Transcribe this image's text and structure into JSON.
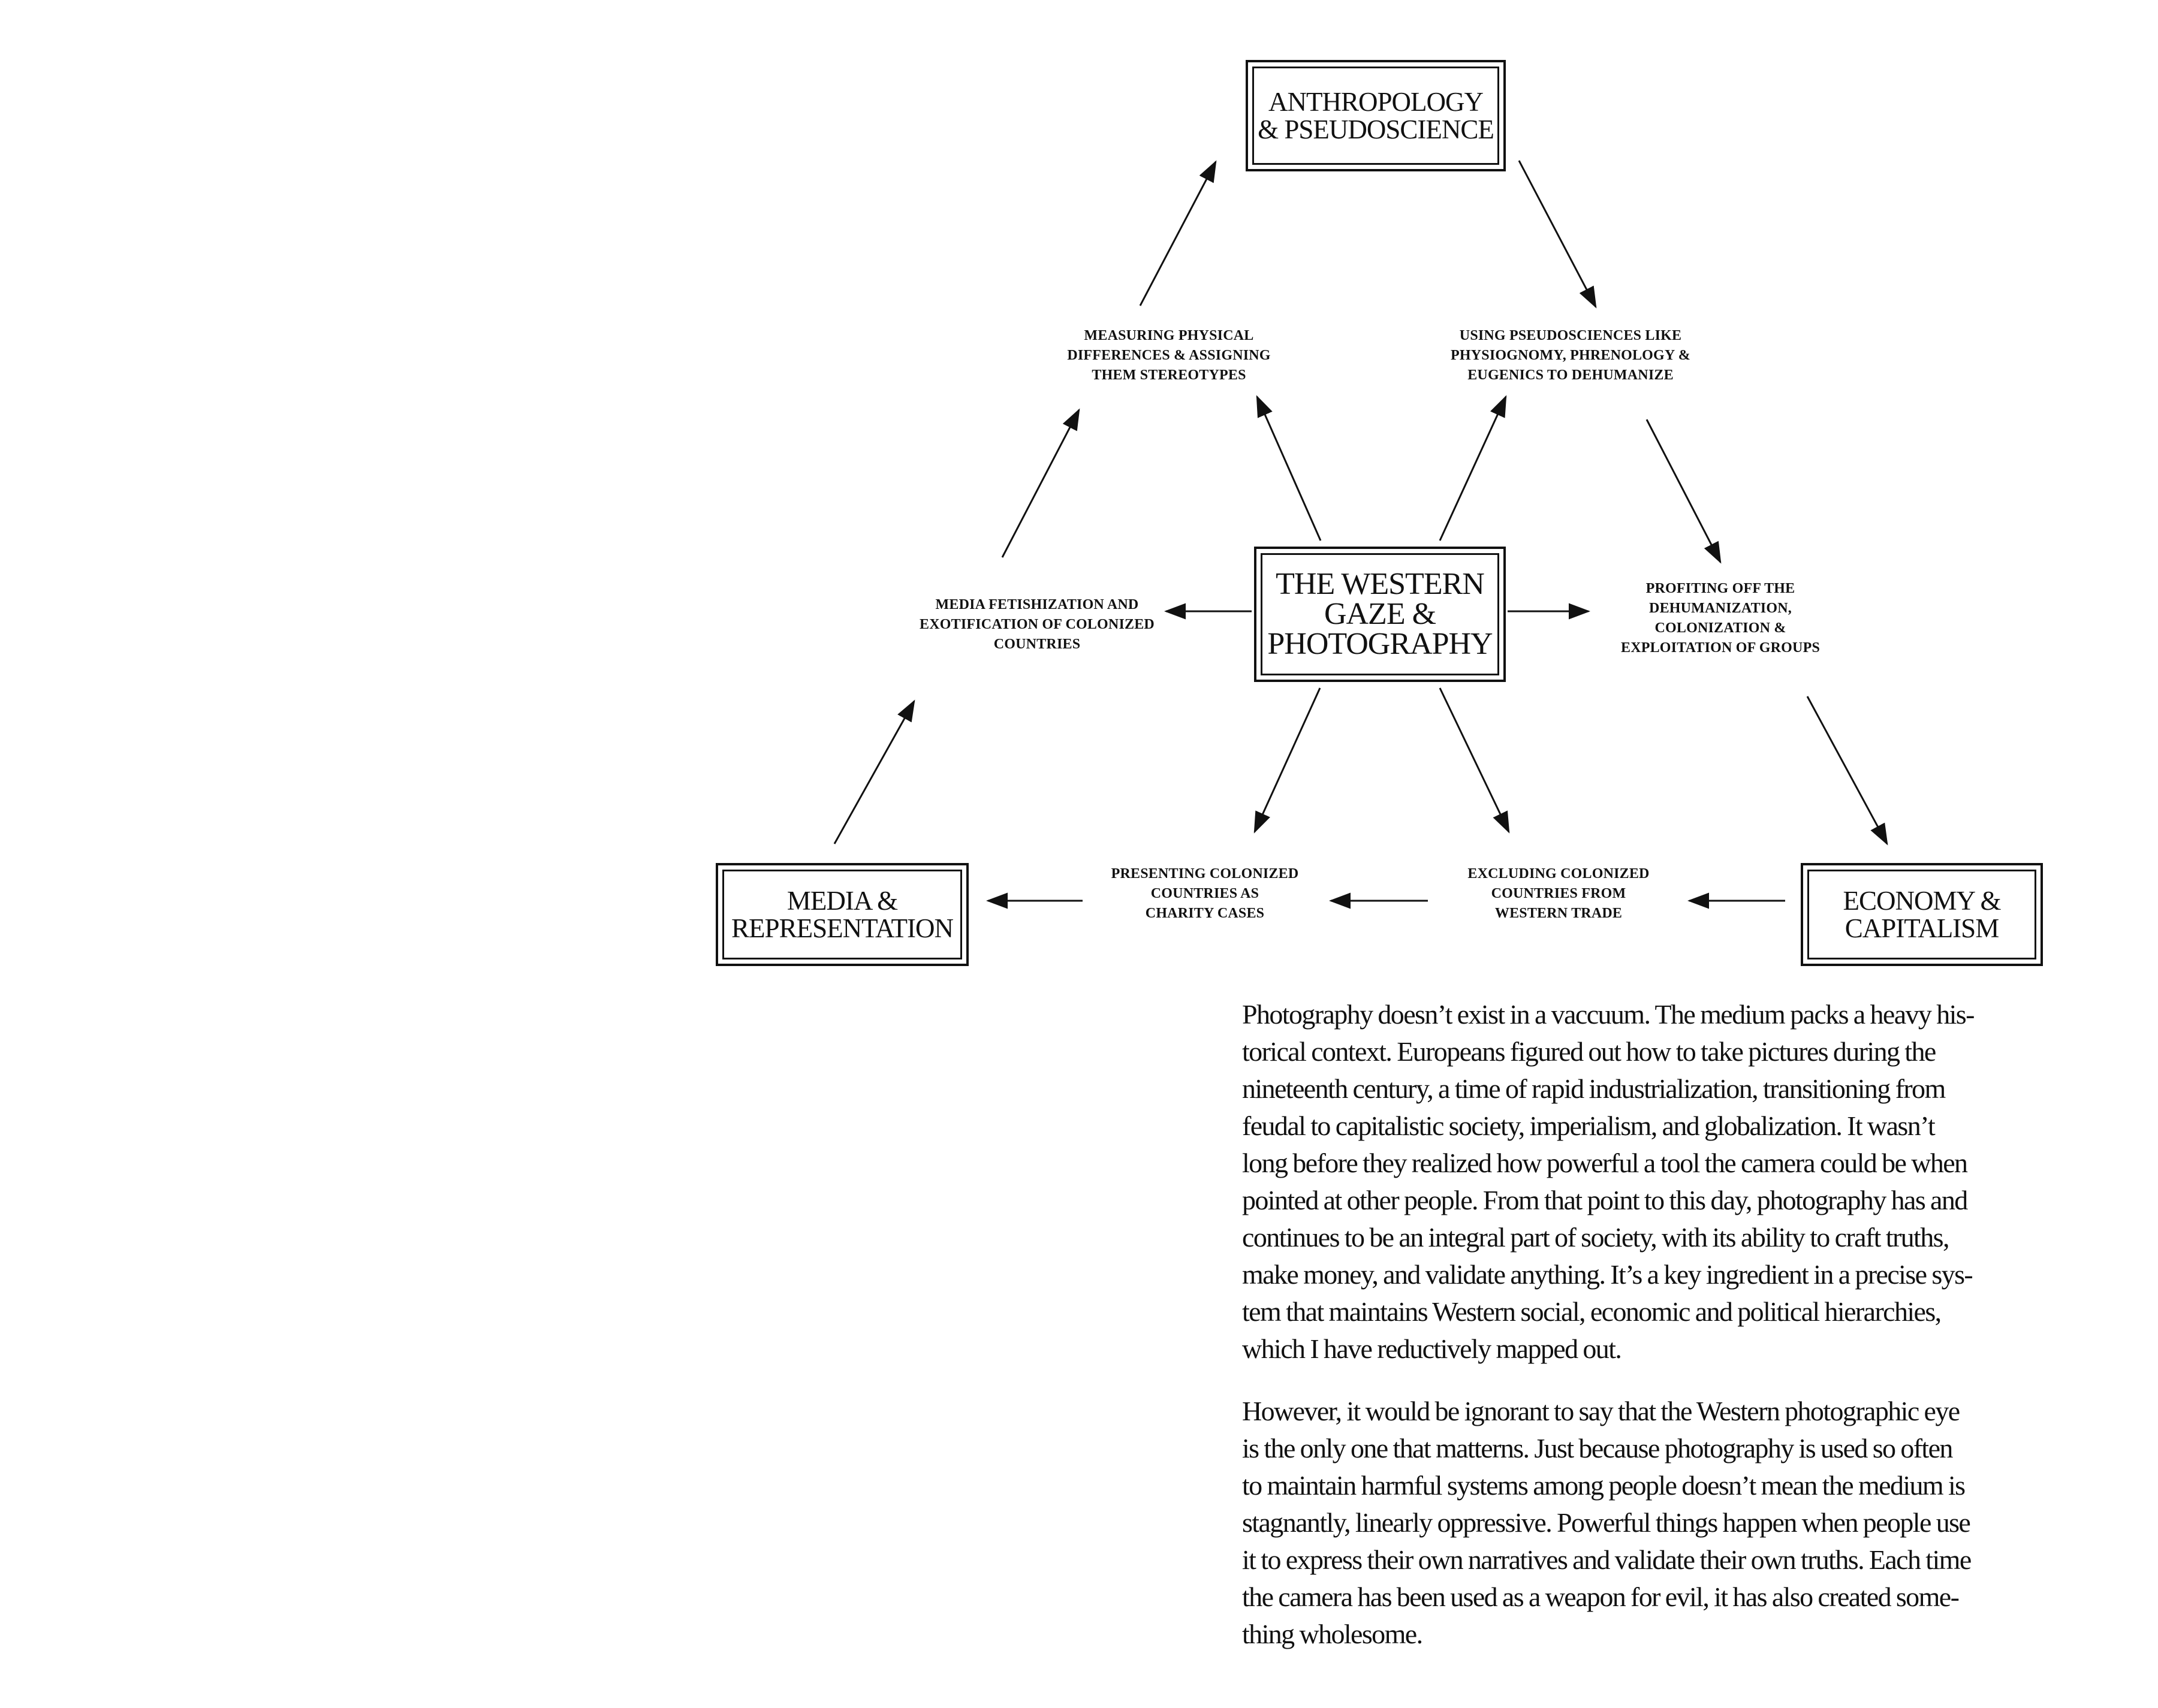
{
  "diagram": {
    "boxes": {
      "anthropology": {
        "lines": [
          "ANTHROPOLOGY",
          "& PSEUDOSCIENCE"
        ]
      },
      "center": {
        "lines": [
          "THE WESTERN",
          "GAZE &",
          "PHOTOGRAPHY"
        ]
      },
      "media": {
        "lines": [
          "MEDIA &",
          "REPRESENTATION"
        ]
      },
      "economy": {
        "lines": [
          "ECONOMY &",
          "CAPITALISM"
        ]
      }
    },
    "labels": {
      "measuring": [
        "MEASURING PHYSICAL",
        "DIFFERENCES & ASSIGNING",
        "THEM STEREOTYPES"
      ],
      "pseudosciences": [
        "USING PSEUDOSCIENCES LIKE",
        "PHYSIOGNOMY, PHRENOLOGY &",
        "EUGENICS TO DEHUMANIZE"
      ],
      "fetishization": [
        "MEDIA FETISHIZATION AND",
        "EXOTIFICATION OF COLONIZED",
        "COUNTRIES"
      ],
      "profiting": [
        "PROFITING OFF THE",
        "DEHUMANIZATION,",
        "COLONIZATION &",
        "EXPLOITATION OF GROUPS"
      ],
      "charity": [
        "PRESENTING COLONIZED",
        "COUNTRIES AS",
        "CHARITY CASES"
      ],
      "excluding": [
        "EXCLUDING COLONIZED",
        "COUNTRIES FROM",
        "WESTERN TRADE"
      ]
    }
  },
  "text": {
    "paragraph1": [
      "Photography doesn’t exist in a vaccuum. The medium packs a heavy his-",
      "torical context. Europeans figured out how to take pictures during the",
      "nineteenth century, a time of rapid industrialization, transitioning from",
      "feudal to capitalistic society, imperialism, and globalization. It wasn’t",
      "long before they realized how powerful a tool the camera could be when",
      "pointed at other people. From that point to this day, photography has and",
      "continues to be an integral part of society, with its ability to craft truths,",
      "make money, and validate anything. It’s a key ingredient in a precise sys-",
      "tem that maintains Western social, economic and political hierarchies,",
      "which I have reductively mapped out."
    ],
    "paragraph2": [
      "However, it would be ignorant to say that the Western photographic eye",
      "is the only one that matterns. Just because photography is used so often",
      "to maintain harmful systems among people doesn’t mean the medium is",
      "stagnantly, linearly oppressive. Powerful things happen when people use",
      "it to express their own narratives and validate their own truths. Each time",
      "the camera has been used as a weapon for evil, it has also created some-",
      "thing wholesome."
    ]
  }
}
